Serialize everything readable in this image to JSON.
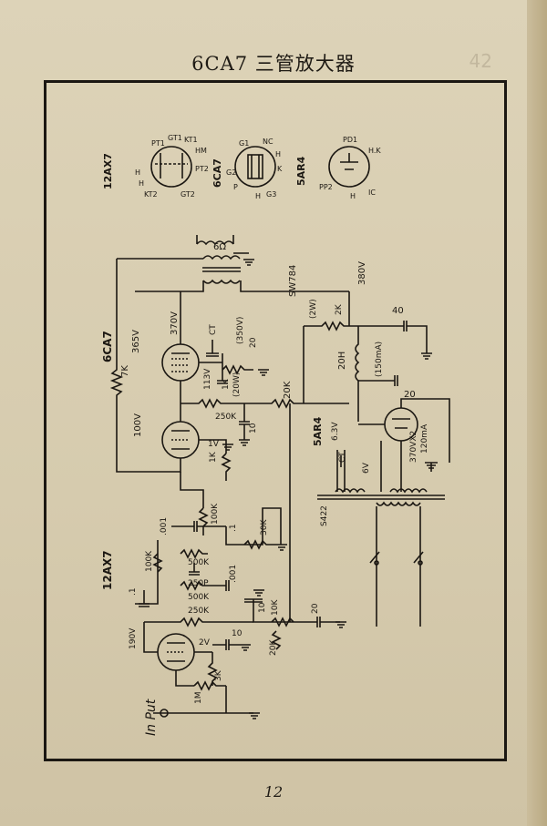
{
  "page": {
    "title": "6CA7 三管放大器",
    "page_number": "12",
    "ghost_text": "42"
  },
  "tube_labels": {
    "t12ax7": "12AX7",
    "t6ca7": "6CA7",
    "t5ar4": "5AR4"
  },
  "pin_labels": {
    "ax7": [
      "H",
      "PT1",
      "GT1",
      "KT1",
      "HM",
      "PT2",
      "GT2",
      "KT2",
      "H"
    ],
    "ca7": [
      "G1",
      "NC",
      "H",
      "K",
      "G3",
      "H",
      "P",
      "G2"
    ],
    "ar4": [
      "PD1",
      "H.K",
      "IC",
      "H",
      "PP2"
    ]
  },
  "components": {
    "r_7k": "7K",
    "v_365": "365V",
    "v_370": "370V",
    "c_ct": "CT",
    "c_20_350": "20",
    "v_350": "(350V)",
    "v_113": "113V",
    "r_1k_20w": "1K",
    "w_20w": "(20W)",
    "r_250k_a": "250K",
    "c_10_a": "10",
    "r_20k_a": "20K",
    "v_100": "100V",
    "v_1": "1V",
    "r_1k_b": "1K",
    "transformer_out": "SW784",
    "ohm_6": "6Ω",
    "v_380": "380V",
    "w_2w": "(2W)",
    "r_2k": "2K",
    "c_40": "40",
    "choke": "20H",
    "choke_ma": "(150mA)",
    "c_20_b": "20",
    "rect": "5AR4",
    "v_63": "6.3V",
    "ct2": "CT",
    "v_6": "6V",
    "pt": "S422",
    "rect_v": "370VX2",
    "rect_ma": "120mA",
    "c_001_a": ".001",
    "r_100k_a": "100K",
    "c_dot1": ".1",
    "r_30k": "30K",
    "r_100k_b": "100K",
    "r_500k_a": "500K",
    "c_250p": "250P",
    "r_500k_b": "500K",
    "c_001_b": ".001",
    "c_dot1_b": ".1",
    "r_250k_b": "250K",
    "c_10_b": "10",
    "r_10k": "10K",
    "c_20_c": "20",
    "r_20k_b": "20K",
    "v_190": "190V",
    "v_2": "2V",
    "c_10_c": "10",
    "r_3k": "3K",
    "r_1m": "1M",
    "input": "In Put"
  }
}
